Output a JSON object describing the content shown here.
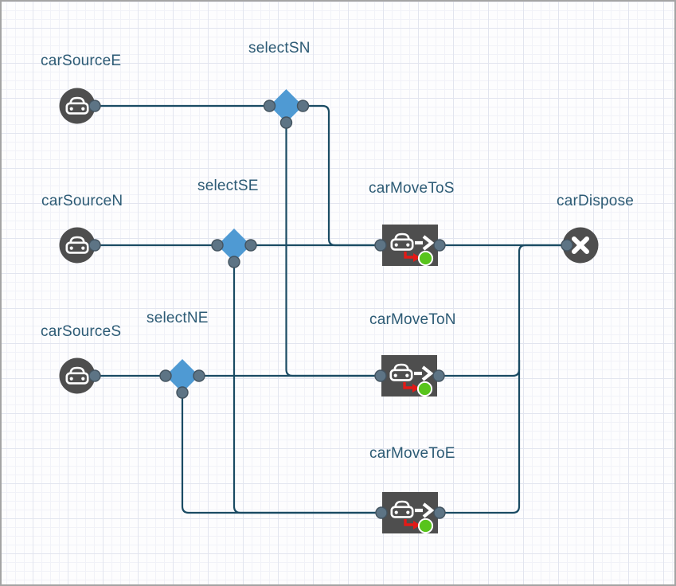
{
  "app": {
    "name": "simulation-model-canvas",
    "grid": "on"
  },
  "colors": {
    "connector": "#1a4b63",
    "block_dark": "#4e4e4e",
    "select_blue": "#4f9ad3",
    "port_fill": "#5d7485",
    "label_text": "#2d5b75",
    "status_green": "#58c41c",
    "turn_arrow_red": "#e31a17",
    "grid_major": "#e2e5ef",
    "grid_minor": "#f1f2f8"
  },
  "nodes": [
    {
      "id": "carSourceE",
      "label": "carSourceE",
      "type": "source",
      "icon": "car-icon"
    },
    {
      "id": "selectSN",
      "label": "selectSN",
      "type": "select-output",
      "icon": "diamond"
    },
    {
      "id": "carSourceN",
      "label": "carSourceN",
      "type": "source",
      "icon": "car-icon"
    },
    {
      "id": "selectSE",
      "label": "selectSE",
      "type": "select-output",
      "icon": "diamond"
    },
    {
      "id": "carMoveToS",
      "label": "carMoveToS",
      "type": "car-move-to",
      "icon": "car-arrow-icon"
    },
    {
      "id": "carDispose",
      "label": "carDispose",
      "type": "dispose",
      "icon": "x-icon"
    },
    {
      "id": "carSourceS",
      "label": "carSourceS",
      "type": "source",
      "icon": "car-icon"
    },
    {
      "id": "selectNE",
      "label": "selectNE",
      "type": "select-output",
      "icon": "diamond"
    },
    {
      "id": "carMoveToN",
      "label": "carMoveToN",
      "type": "car-move-to",
      "icon": "car-arrow-icon"
    },
    {
      "id": "carMoveToE",
      "label": "carMoveToE",
      "type": "car-move-to",
      "icon": "car-arrow-icon"
    }
  ],
  "edges": [
    {
      "from": "carSourceE",
      "to": "selectSN"
    },
    {
      "from": "carSourceN",
      "to": "selectSE"
    },
    {
      "from": "carSourceS",
      "to": "selectNE"
    },
    {
      "from": "selectSN",
      "to": "carMoveToS"
    },
    {
      "from": "selectSN",
      "to": "carMoveToN"
    },
    {
      "from": "selectSE",
      "to": "carMoveToS"
    },
    {
      "from": "selectSE",
      "to": "carMoveToE"
    },
    {
      "from": "selectNE",
      "to": "carMoveToN"
    },
    {
      "from": "selectNE",
      "to": "carMoveToE"
    },
    {
      "from": "carMoveToS",
      "to": "carDispose"
    },
    {
      "from": "carMoveToN",
      "to": "carDispose"
    },
    {
      "from": "carMoveToE",
      "to": "carDispose"
    }
  ]
}
